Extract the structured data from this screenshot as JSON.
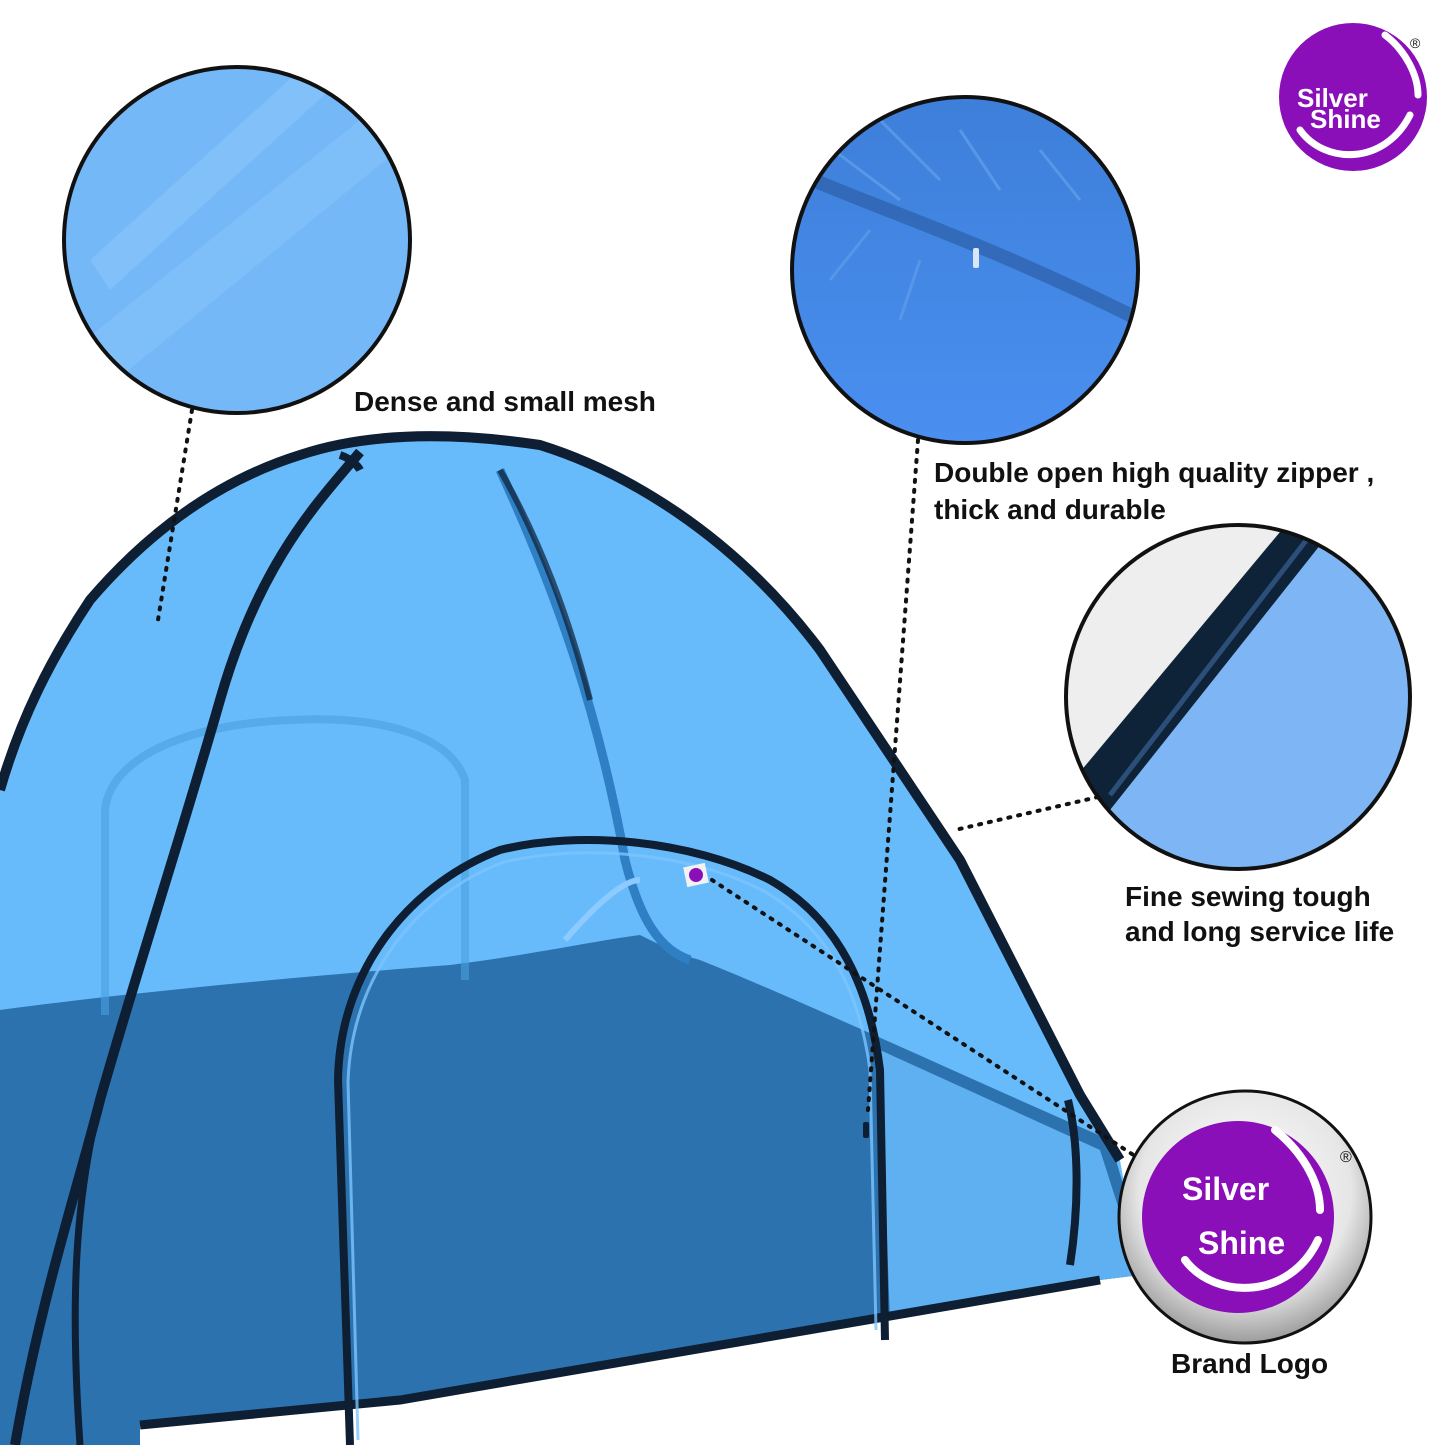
{
  "brand": {
    "line1": "Silver",
    "line2": "Shine",
    "registered_mark": "®",
    "color": "#8a0fb8"
  },
  "tent": {
    "panel_color": "#68bbfb",
    "lower_color": "#2b72af",
    "frame_color": "#0e1e33"
  },
  "features": [
    {
      "id": "mesh",
      "caption": "Dense and small mesh"
    },
    {
      "id": "zipper",
      "caption_line1": "Double open high quality zipper ,",
      "caption_line2": "thick and durable"
    },
    {
      "id": "sewing",
      "caption_line1": "Fine sewing tough",
      "caption_line2": "and long service life"
    },
    {
      "id": "logo",
      "caption": "Brand Logo"
    }
  ]
}
